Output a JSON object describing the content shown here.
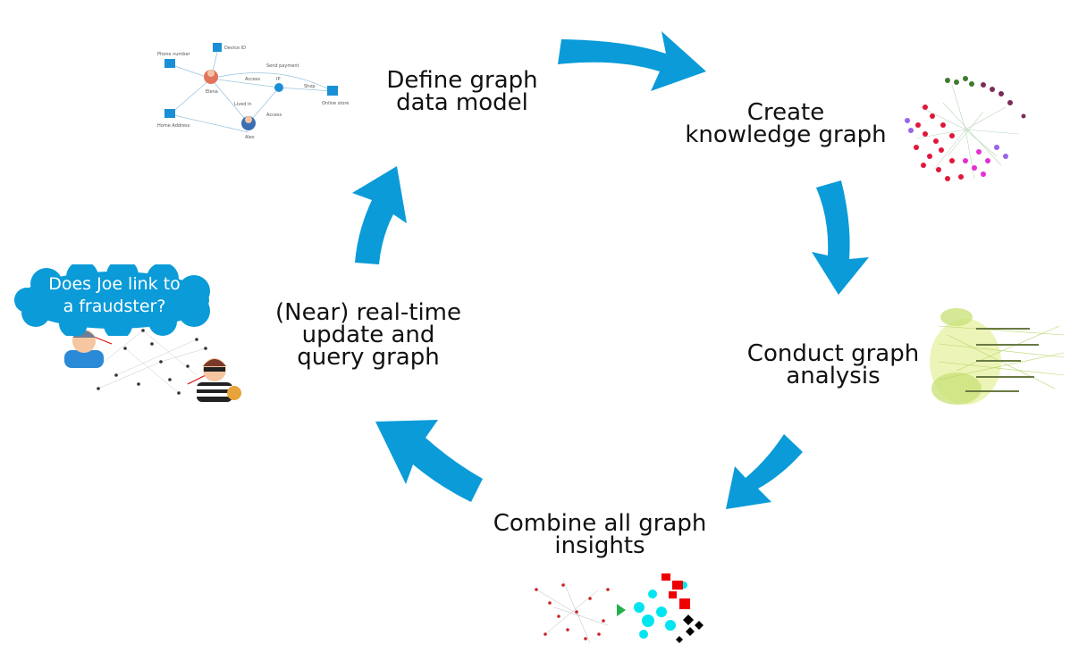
{
  "steps": {
    "define": {
      "line1": "Define graph",
      "line2": "data model"
    },
    "create": {
      "line1": "Create",
      "line2": "knowledge graph"
    },
    "analyze": {
      "line1": "Conduct graph",
      "line2": "analysis"
    },
    "combine": {
      "line1": "Combine all graph",
      "line2": "insights"
    },
    "update": {
      "line1": "(Near) real-time",
      "line2": "update and",
      "line3": "query graph"
    }
  },
  "fraud_example": {
    "question_line1": "Does Joe link to",
    "question_line2": "a fraudster?"
  },
  "data_model_diagram": {
    "nodes": {
      "phone": "Phone number",
      "device": "Device ID",
      "elena": "Elena",
      "ip": "IP",
      "store": "Online store",
      "home": "Home Address",
      "alex": "Alex"
    },
    "edges": {
      "send_payment": "Send payment",
      "access": "Access",
      "shop": "Shop",
      "lived_in": "Lived in",
      "access2": "Access"
    }
  },
  "colors": {
    "arrow": "#0a9bd8",
    "bubble": "#0a9bd8",
    "node_icon": "#1b8fd6"
  }
}
